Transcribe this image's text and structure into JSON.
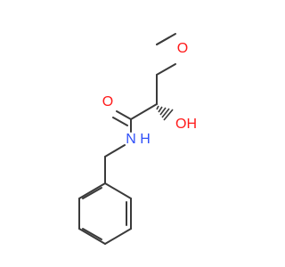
{
  "molecule": {
    "atoms": {
      "methoxy_o": "O",
      "carbonyl_o": "O",
      "hydroxyl": "OH",
      "amide_n": "N",
      "amide_h": "H"
    },
    "colors": {
      "bond": "#3a3a3a",
      "oxygen": "#ff1a1a",
      "nitrogen": "#3050f8",
      "background": "#ffffff"
    }
  }
}
